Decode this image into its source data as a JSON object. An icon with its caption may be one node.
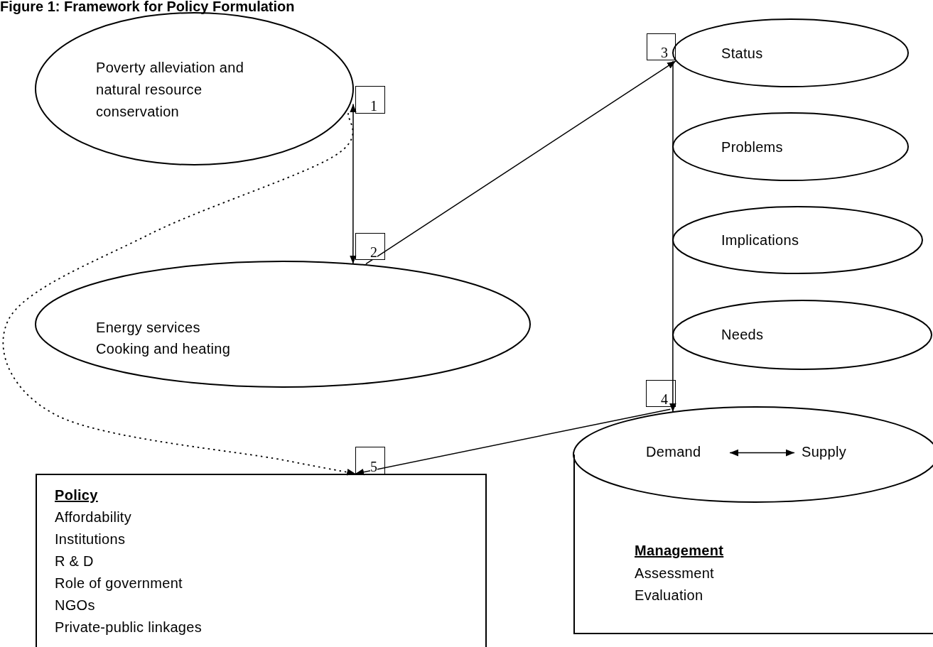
{
  "diagram": {
    "title": "Figure 1: Framework for Policy Formulation",
    "nodes": [
      {
        "text": [
          "Poverty alleviation and natural resource conservation"
        ]
      },
      {
        "text": [
          "Energy services Cooking and heating"
        ]
      },
      {
        "text": [
          "Status"
        ]
      },
      {
        "text": [
          "Problems"
        ]
      },
      {
        "text": [
          "Implications"
        ]
      },
      {
        "text": [
          "Needs"
        ]
      },
      {
        "text": [
          "Management",
          "Assessment Evaluation"
        ]
      },
      {
        "text": [
          "Demand"
        ],
        "in": 6
      },
      {
        "text": [
          "Supply"
        ],
        "in": 6
      },
      {
        "text": [
          "Policy",
          "Affordability",
          "Institutions",
          "R & D",
          "Role of government",
          "NGOs",
          "Private-public linkages"
        ]
      }
    ],
    "edges": [
      {
        "from": 0,
        "to": 1,
        "arrow": "both"
      },
      {
        "from": 1,
        "to": 2,
        "arrow": "to"
      },
      {
        "from": 2,
        "to": 6,
        "arrow": "to"
      },
      {
        "from": 6,
        "to": 9,
        "arrow": "to"
      },
      {
        "from": 0,
        "to": 9,
        "arrow": "to",
        "style": "dashed"
      },
      {
        "from": 7,
        "to": 8,
        "arrow": "both"
      }
    ],
    "labels": [
      "3",
      "1",
      "2",
      "4",
      "5"
    ]
  }
}
